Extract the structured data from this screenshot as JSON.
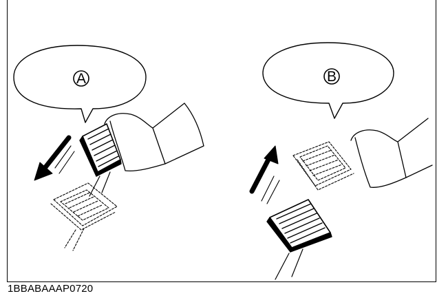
{
  "figure": {
    "code": "1BBABAAAP0720",
    "panels": [
      {
        "label": "A",
        "motion": "down"
      },
      {
        "label": "B",
        "motion": "up"
      }
    ],
    "colors": {
      "ink": "#000000",
      "paper": "#ffffff"
    }
  }
}
